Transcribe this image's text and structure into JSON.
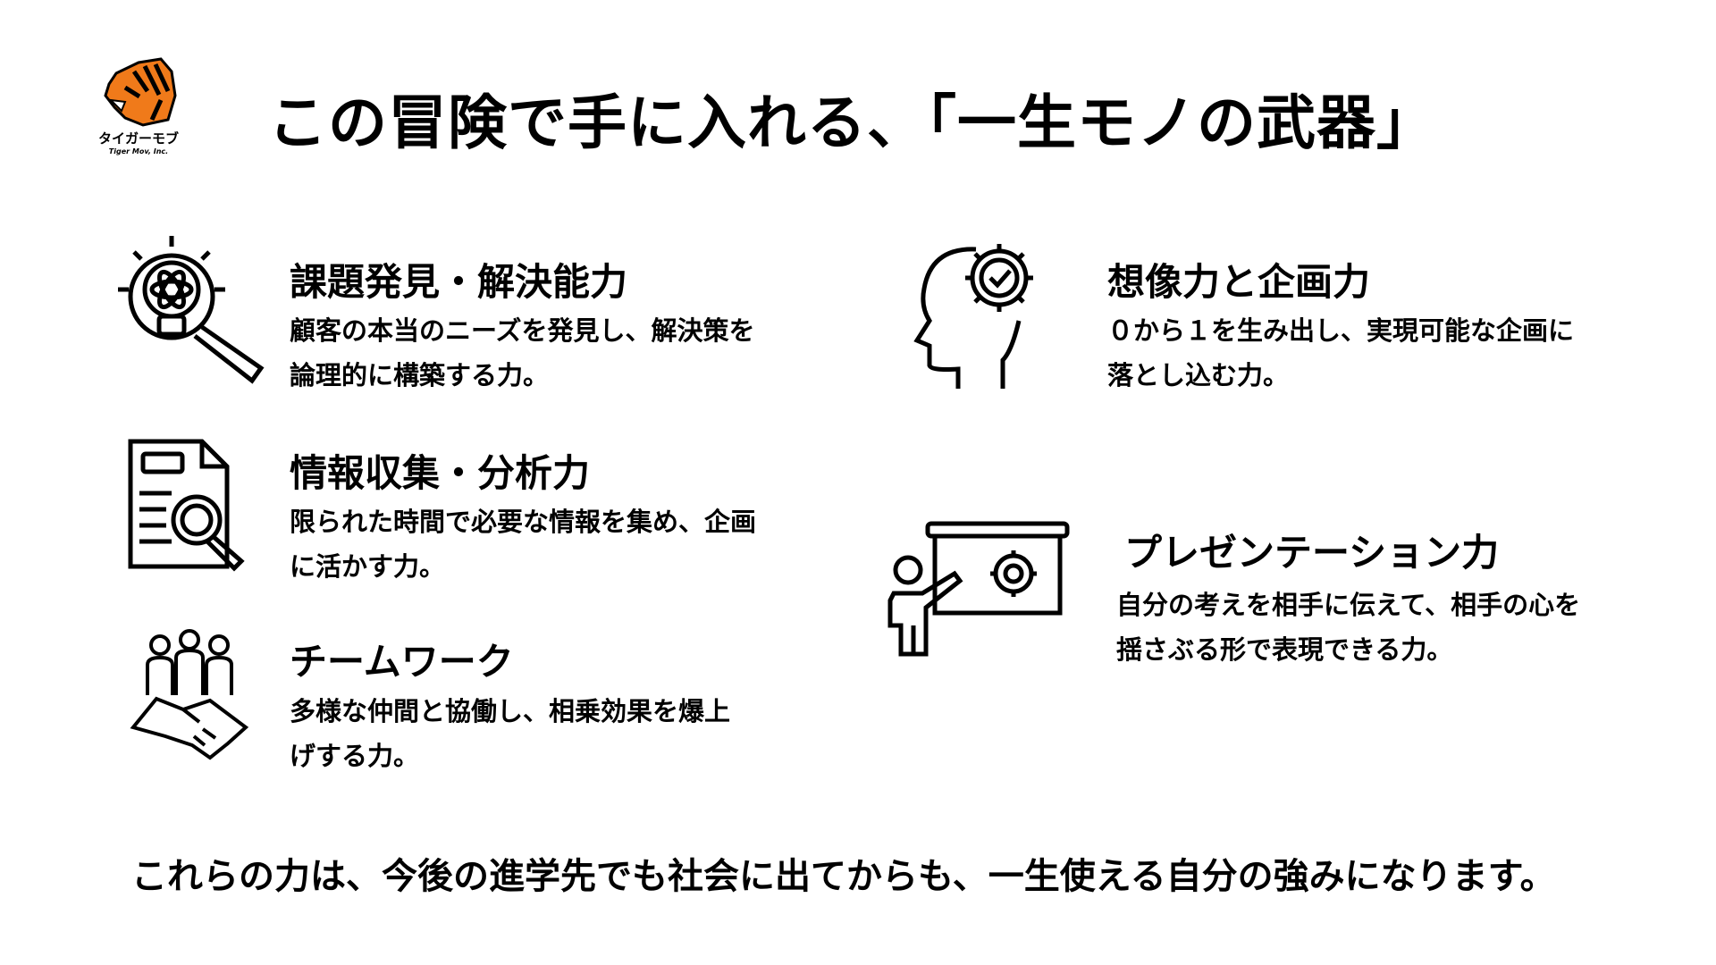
{
  "logo": {
    "name_jp": "タイガーモブ",
    "name_en": "Tiger Mov, Inc."
  },
  "title": "この冒険で手に入れる、「一生モノの武器」",
  "skills": [
    {
      "icon": "lightbulb-magnifier-icon",
      "heading": "課題発見・解決能力",
      "lines": [
        "顧客の本当のニーズを発見し、解決策を",
        "論理的に構築する力。"
      ]
    },
    {
      "icon": "document-search-icon",
      "heading": "情報収集・分析力",
      "lines": [
        "限られた時間で必要な情報を集め、企画",
        "に活かす力。"
      ]
    },
    {
      "icon": "team-handshake-icon",
      "heading": "チームワーク",
      "lines": [
        "多様な仲間と協働し、相乗効果を爆上",
        "げする力。"
      ]
    },
    {
      "icon": "head-gear-icon",
      "heading": "想像力と企画力",
      "lines": [
        "０から１を生み出し、実現可能な企画に",
        "落とし込む力。"
      ]
    },
    {
      "icon": "presentation-board-icon",
      "heading": "プレゼンテーション力",
      "lines": [
        "自分の考えを相手に伝えて、相手の心を",
        "揺さぶる形で表現できる力。"
      ]
    }
  ],
  "footer": "これらの力は、今後の進学先でも社会に出てからも、一生使える自分の強みになります。",
  "colors": {
    "brand_orange": "#F07A1A",
    "text": "#000000"
  }
}
